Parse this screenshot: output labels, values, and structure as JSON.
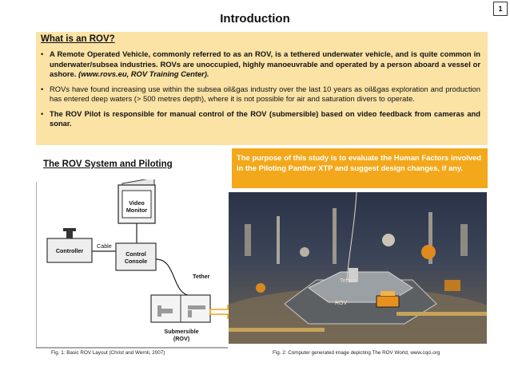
{
  "page_number": "1",
  "title": "Introduction",
  "intro": {
    "heading": "What is an ROV?",
    "bullet1": "A Remote Operated Vehicle, commonly referred to as an ROV, is a tethered underwater vehicle, and is quite common in underwater/subsea industries. ROVs are unoccupied, highly manoeuvrable and operated by a person aboard a vessel or ashore.",
    "bullet1_source": "(www.rovs.eu, ROV Training Center).",
    "bullet2": "ROVs have found increasing use within the subsea oil&gas industry over the last 10 years as oil&gas exploration and production has entered deep waters (> 500 metres depth), where it is not possible for air and saturation divers to operate.",
    "bullet3": "The ROV Pilot is responsible for manual control of the ROV (submersible) based on video feedback from cameras and sonar."
  },
  "system_heading": "The ROV System and Piloting",
  "purpose": "The purpose of this study is to evaluate the Human Factors involved in the Piloting Panther XTP and suggest design changes, if any.",
  "diagram": {
    "video_monitor_1": "Video",
    "video_monitor_2": "Monitor",
    "controller": "Controller",
    "cable": "Cable",
    "control_console_1": "Control",
    "control_console_2": "Console",
    "tether": "Tether",
    "submersible_1": "Submersible",
    "submersible_2": "(ROV)"
  },
  "photo": {
    "tether_label": "Tether",
    "rov_label": "ROV"
  },
  "captions": {
    "fig1": "Fig. 1: Basic ROV Layout (Christ and Wernli, 2007)",
    "fig2": "Fig. 2: Computer generated image depicting The ROV World, www.cqci.org"
  },
  "colors": {
    "intro_box": "#fbe3a6",
    "purpose_box": "#f3a81b",
    "arrow": "#f0a21b"
  }
}
